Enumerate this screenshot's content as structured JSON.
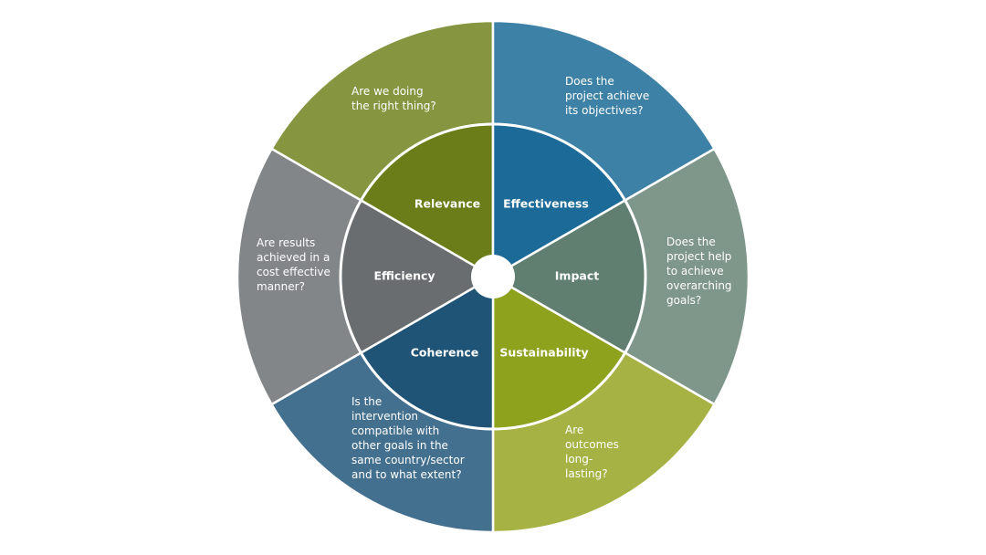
{
  "segments": [
    {
      "id": "relevance",
      "criterion": "Relevance",
      "question": [
        "Are we doing",
        "the right thing?"
      ],
      "outer_color": "#859540",
      "inner_color": "#6A7D19"
    },
    {
      "id": "effectiveness",
      "criterion": "Effectiveness",
      "question": [
        "Does the",
        "project achieve",
        "its objectives?"
      ],
      "outer_color": "#3E81A6",
      "inner_color": "#1C6A97"
    },
    {
      "id": "impact",
      "criterion": "Impact",
      "question": [
        "Does the",
        "project help",
        "to achieve",
        "overarching",
        "goals?"
      ],
      "outer_color": "#7F978B",
      "inner_color": "#607F70"
    },
    {
      "id": "sustainability",
      "criterion": "Sustainability",
      "question": [
        "Are",
        "outcomes",
        "long-",
        "lasting?"
      ],
      "outer_color": "#A6B244",
      "inner_color": "#8FA21E"
    },
    {
      "id": "coherence",
      "criterion": "Coherence",
      "question": [
        "Is the",
        "intervention",
        "compatible with",
        "other goals in the",
        "same country/sector",
        "and to what extent?"
      ],
      "outer_color": "#44708F",
      "inner_color": "#1F5476"
    },
    {
      "id": "efficiency",
      "criterion": "Efficiency",
      "question": [
        "Are results",
        "achieved in a",
        "cost effective",
        "manner?"
      ],
      "outer_color": "#838688",
      "inner_color": "#696D70"
    }
  ]
}
